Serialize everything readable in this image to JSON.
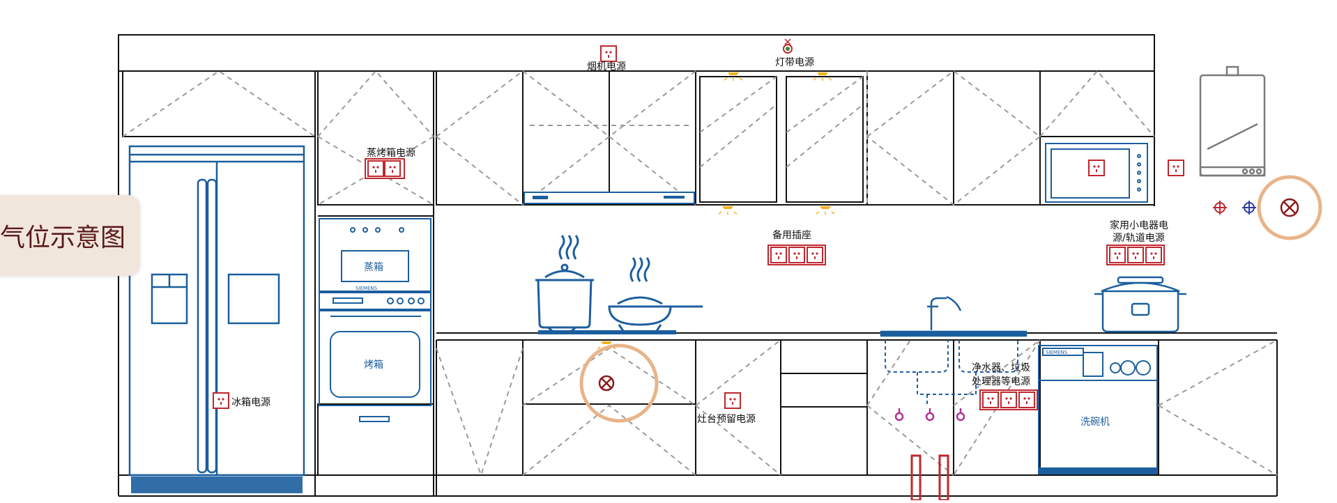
{
  "title": "气位示意图",
  "labels": {
    "hood_power": "烟机电源",
    "light_strip_power": "灯带电源",
    "steam_oven_power": "蒸烤箱电源",
    "spare_socket": "备用插座",
    "small_appliance_power_line1": "家用小电器电",
    "small_appliance_power_line2": "源/轨道电源",
    "fridge_power": "冰箱电源",
    "stove_reserve_power": "灶台预留电源",
    "water_purifier_line1": "净水器、垃圾",
    "water_purifier_line2": "处理器等电源",
    "steamer": "蒸箱",
    "oven": "烤箱",
    "dishwasher": "洗碗机",
    "brand_steamer": "SIEMENS",
    "brand_dishwasher": "SIEMENS"
  },
  "colors": {
    "cabinet_line": "#111111",
    "appliance_blue": "#1b5e9e",
    "socket_red": "#c0272d",
    "dashed_gray": "#9a9a9a",
    "ring_orange": "#e8b48a",
    "light_yellow": "#f2b21b",
    "valve_purple": "#b0309a"
  },
  "icons": [
    "gas-meter-circle-icon",
    "water-heater-icon",
    "socket-icon",
    "light-icon",
    "water-valve-icon",
    "crosshair-icon"
  ]
}
